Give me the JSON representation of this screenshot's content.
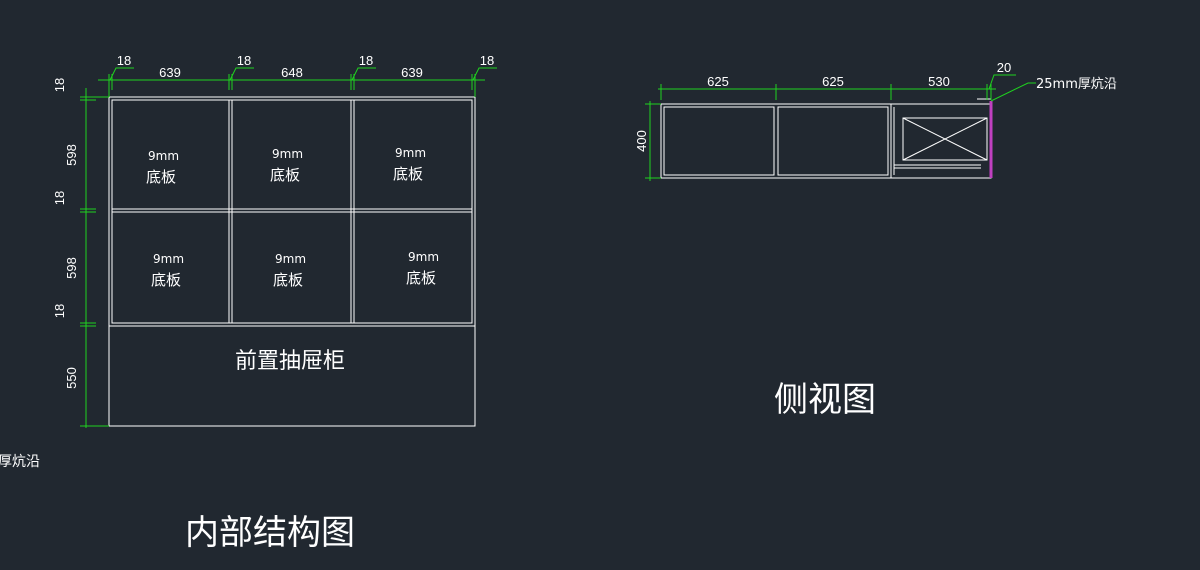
{
  "colors": {
    "background": "#212830",
    "outline": "#ffffff",
    "dimension": "#1fd21f",
    "edge_strip": "#c040c0"
  },
  "front": {
    "title": "内部结构图",
    "top_dims": [
      "18",
      "639",
      "18",
      "648",
      "18",
      "639",
      "18"
    ],
    "left_dims": [
      "18",
      "598",
      "18",
      "598",
      "18",
      "550"
    ],
    "panel_thickness": "9mm",
    "panel_label": "底板",
    "drawer_label": "前置抽屉柜"
  },
  "side": {
    "title": "侧视图",
    "top_dims": [
      "625",
      "625",
      "530",
      "20"
    ],
    "height_dim": "400",
    "edge_note": "25mm厚炕沿"
  },
  "fragment_text": "厚炕沿"
}
